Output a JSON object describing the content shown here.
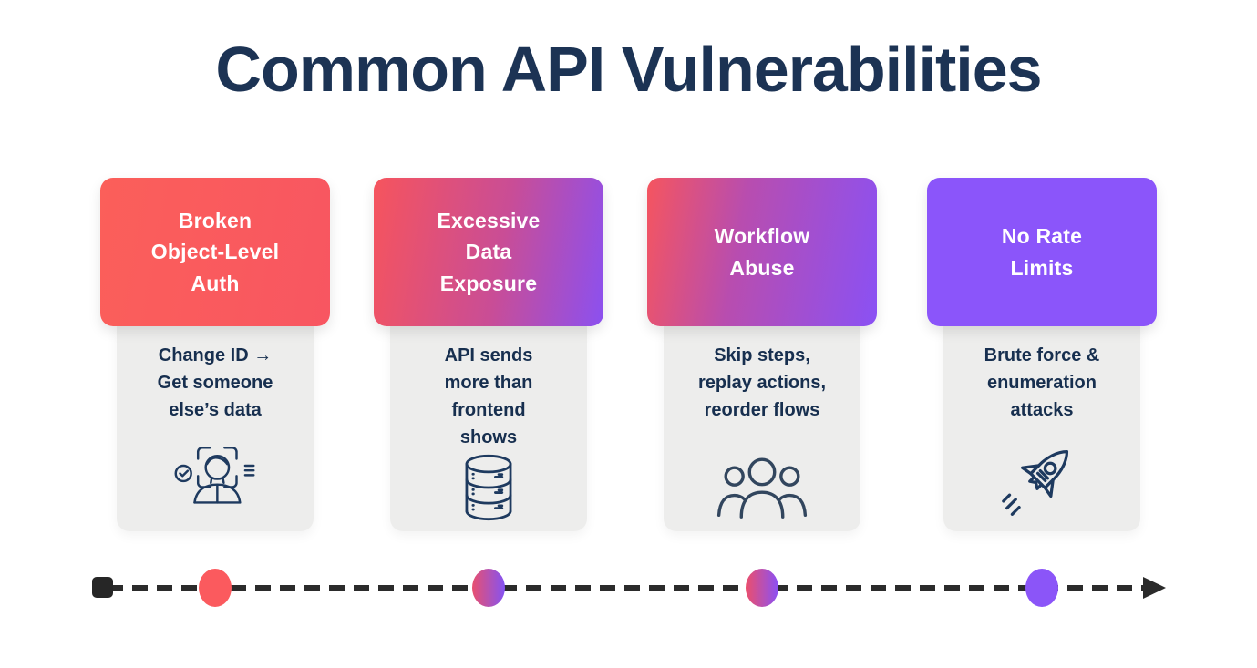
{
  "page": {
    "title": "Common API Vulnerabilities",
    "background": "#ffffff",
    "title_color": "#1c3354"
  },
  "cards": [
    {
      "title": "Broken\nObject-Level\nAuth",
      "description": "Change ID →\nGet someone\nelse’s data",
      "icon": "face-scan-icon",
      "header_background": "linear-gradient(100deg, #fb5f5a 0%, #f85661 100%)",
      "header_text_color": "#ffffff",
      "body_background": "#ededec",
      "body_text_color": "#172f4f"
    },
    {
      "title": "Excessive\nData\nExposure",
      "description": "API sends\nmore than\nfrontend\nshows",
      "icon": "database-icon",
      "header_background": "linear-gradient(100deg, #f6545d 0%, #c94d96 55%, #8b50f0 100%)",
      "header_text_color": "#ffffff",
      "body_background": "#ededec",
      "body_text_color": "#172f4f"
    },
    {
      "title": "Workflow\nAbuse",
      "description": "Skip steps,\nreplay actions,\nreorder flows",
      "icon": "users-icon",
      "header_background": "linear-gradient(100deg, #f5555f 0%, #b84daf 40%, #8a51f4 100%)",
      "header_text_color": "#ffffff",
      "body_background": "#ededec",
      "body_text_color": "#172f4f"
    },
    {
      "title": "No Rate\nLimits",
      "description": "Brute force &\nenumeration\nattacks",
      "icon": "rocket-icon",
      "header_background": "#8b55fa",
      "header_text_color": "#ffffff",
      "body_background": "#ededec",
      "body_text_color": "#172f4f"
    }
  ],
  "timeline": {
    "line_color": "#2b2b2b",
    "start_marker": "square",
    "end_marker": "arrow",
    "dots": [
      {
        "color_css": "#fb5a5e"
      },
      {
        "color_css": "linear-gradient(90deg, #e8506f, #8453f3)"
      },
      {
        "color_css": "linear-gradient(90deg, #ec4f6b, #8a50f5)"
      },
      {
        "color_css": "#8b55f8"
      }
    ]
  }
}
